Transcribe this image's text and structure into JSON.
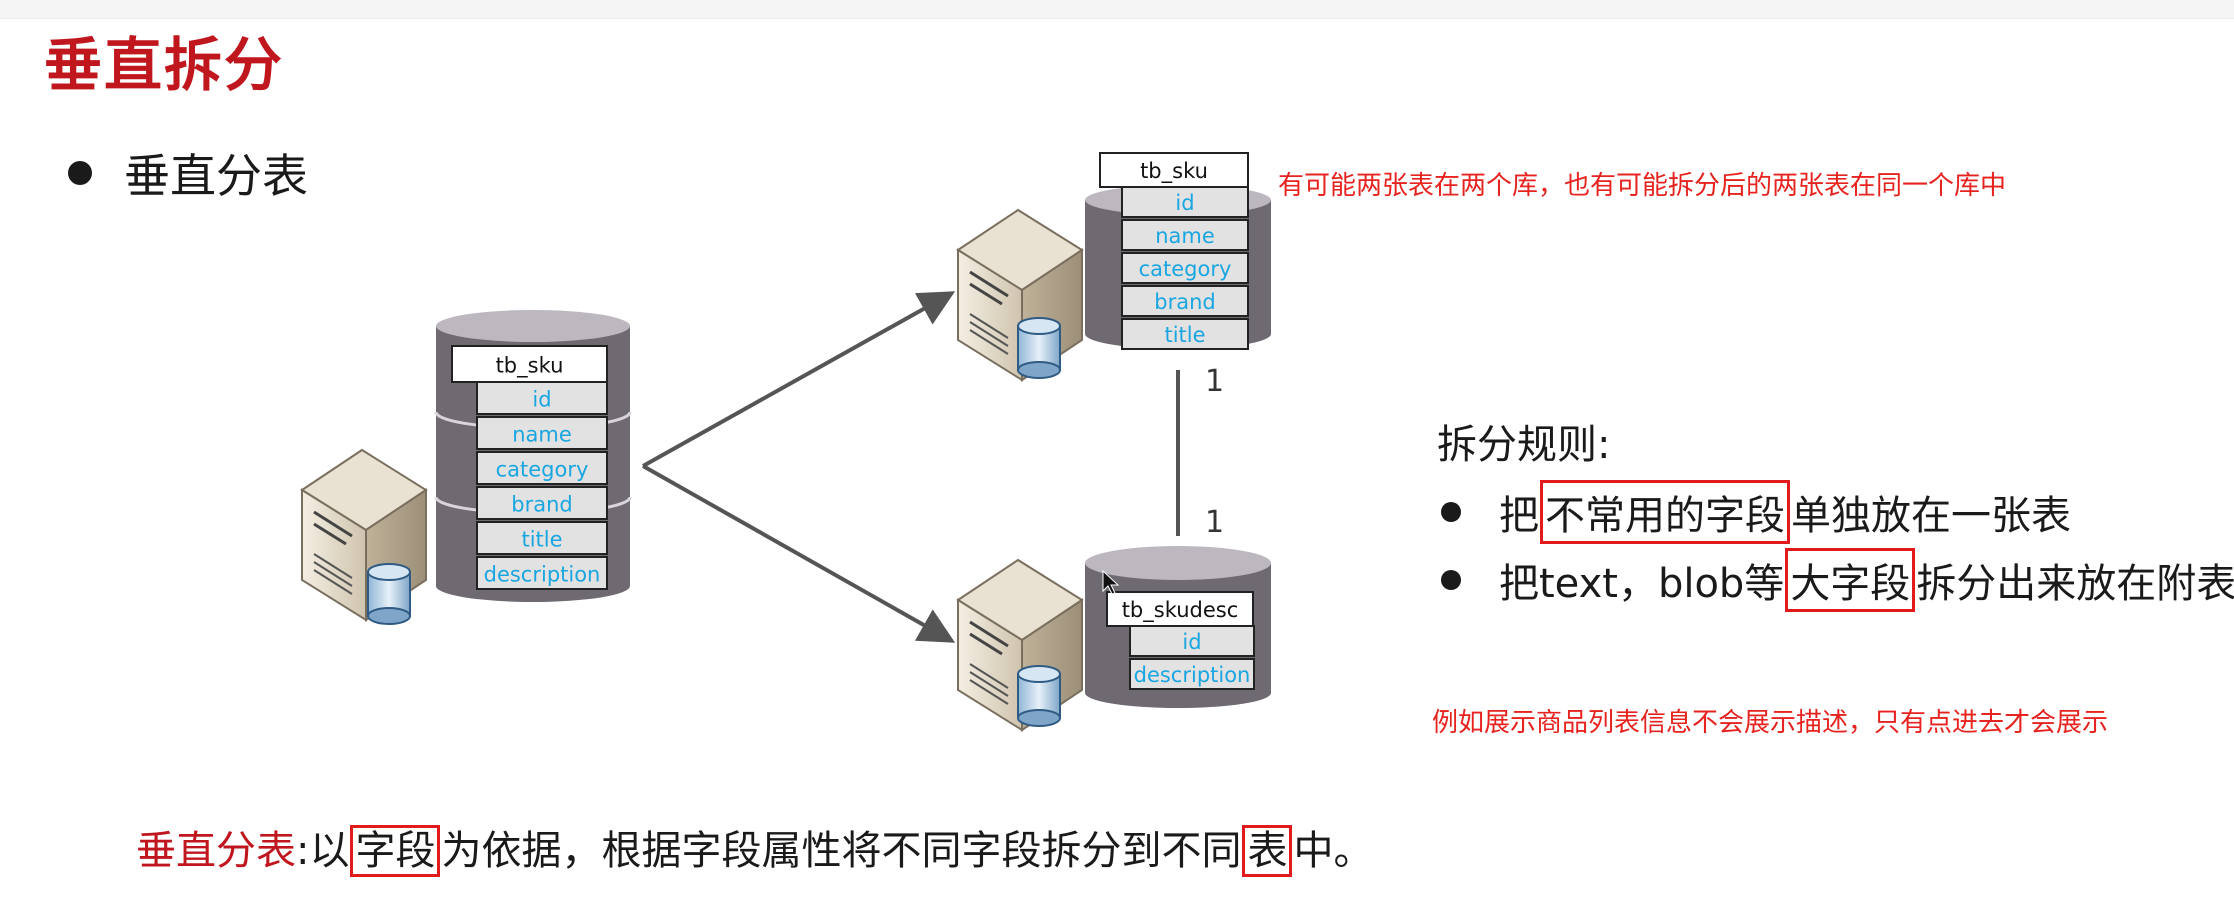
{
  "page": {
    "title": "垂直拆分",
    "bullet": "垂直分表"
  },
  "colors": {
    "title_red": "#c0171e",
    "field_blue": "#1aa6e0",
    "note_red": "#e6231f",
    "highlight_box": "#e11b1b",
    "cylinder": "#6f6a72"
  },
  "diagram": {
    "source_table": {
      "name": "tb_sku",
      "fields": [
        "id",
        "name",
        "category",
        "brand",
        "title",
        "description"
      ]
    },
    "split_table_top": {
      "name": "tb_sku",
      "fields": [
        "id",
        "name",
        "category",
        "brand",
        "title"
      ]
    },
    "split_table_bottom": {
      "name": "tb_skudesc",
      "fields": [
        "id",
        "description"
      ]
    },
    "relation": {
      "top_cardinality": "1",
      "bottom_cardinality": "1"
    },
    "note": "有可能两张表在两个库，也有可能拆分后的两张表在同一个库中"
  },
  "rules": {
    "title": "拆分规则:",
    "items": [
      {
        "pre": "把",
        "boxed": "不常用的字段",
        "post": "单独放在一张表"
      },
      {
        "pre": "把text，blob等",
        "boxed": "大字段",
        "post": "拆分出来放在附表中"
      }
    ],
    "example": "例如展示商品列表信息不会展示描述，只有点进去才会展示"
  },
  "definition": {
    "label": "垂直分表",
    "colon": ":",
    "part1": "以",
    "boxed1": "字段",
    "part2": "为依据，根据字段属性将不同字段拆分到不同",
    "boxed2": "表",
    "part3": "中。"
  }
}
